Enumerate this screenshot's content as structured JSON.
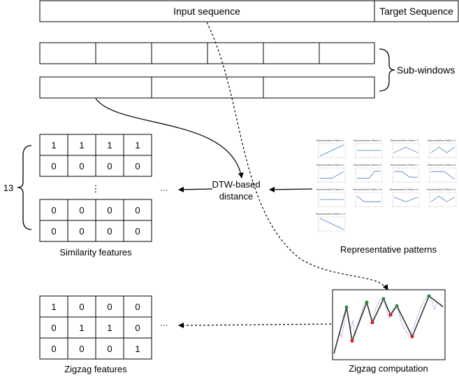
{
  "labels": {
    "input_sequence": "Input sequence",
    "target_sequence": "Target Sequence",
    "sub_windows": "Sub-windows",
    "count": "13",
    "dtw_line1": "DTW-based",
    "dtw_line2": "distance",
    "similarity_features": "Similarity features",
    "representative_patterns": "Representative patterns",
    "zigzag_features": "Zigzag features",
    "zigzag_computation": "Zigzag computation",
    "vertical_ellipsis": "⋮",
    "ellipsis": "···"
  },
  "similarity_matrix": {
    "top": [
      [
        "1",
        "1",
        "1",
        "1"
      ],
      [
        "0",
        "0",
        "0",
        "0"
      ]
    ],
    "bottom": [
      [
        "0",
        "0",
        "0",
        "0"
      ],
      [
        "0",
        "0",
        "0",
        "0"
      ]
    ]
  },
  "zigzag_matrix": [
    [
      "1",
      "0",
      "0",
      "0"
    ],
    [
      "0",
      "1",
      "1",
      "0"
    ],
    [
      "0",
      "0",
      "0",
      "1"
    ]
  ],
  "patterns": [
    {
      "title": "Representative Pattern 1"
    },
    {
      "title": "Representative Pattern 2"
    },
    {
      "title": "Representative Pattern 3"
    },
    {
      "title": "Representative Pattern 4"
    },
    {
      "title": "Representative Pattern 5"
    },
    {
      "title": "Representative Pattern 6"
    },
    {
      "title": "Representative Pattern 7"
    },
    {
      "title": "Representative Pattern 8"
    },
    {
      "title": "Representative Pattern 9"
    },
    {
      "title": "Representative Pattern 10"
    },
    {
      "title": "Representative Pattern 11"
    },
    {
      "title": "Representative Pattern 12"
    },
    {
      "title": "Representative Pattern 13"
    }
  ],
  "colors": {
    "stroke": "#000000",
    "pattern_line": "#4a7fbf",
    "zigzag_noise": "#7a7fd6",
    "peak_marker": "#2e8b3a",
    "trough_marker": "#e01b1b"
  }
}
